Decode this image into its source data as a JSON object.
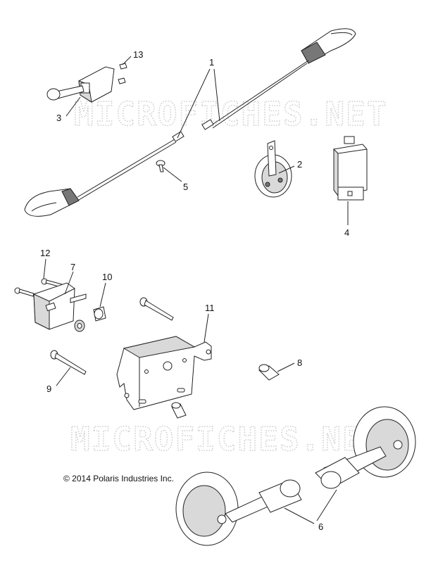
{
  "watermark": "MICROFICHES.NET",
  "copyright": "© 2014 Polaris Industries Inc.",
  "callouts": [
    "1",
    "2",
    "3",
    "4",
    "5",
    "6",
    "7",
    "8",
    "9",
    "10",
    "11",
    "12",
    "13"
  ]
}
